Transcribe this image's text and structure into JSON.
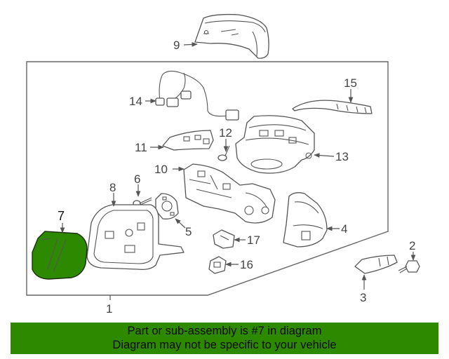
{
  "diagram": {
    "callouts": [
      "1",
      "2",
      "3",
      "4",
      "5",
      "6",
      "7",
      "8",
      "9",
      "10",
      "11",
      "12",
      "13",
      "14",
      "15",
      "16",
      "17"
    ],
    "highlight_part": "7",
    "highlight_color": "#2d8a00"
  },
  "banner": {
    "line1": "Part or sub-assembly is #7 in diagram",
    "line2": "Diagram may not be specific to your vehicle",
    "background": "#2d8a00"
  }
}
